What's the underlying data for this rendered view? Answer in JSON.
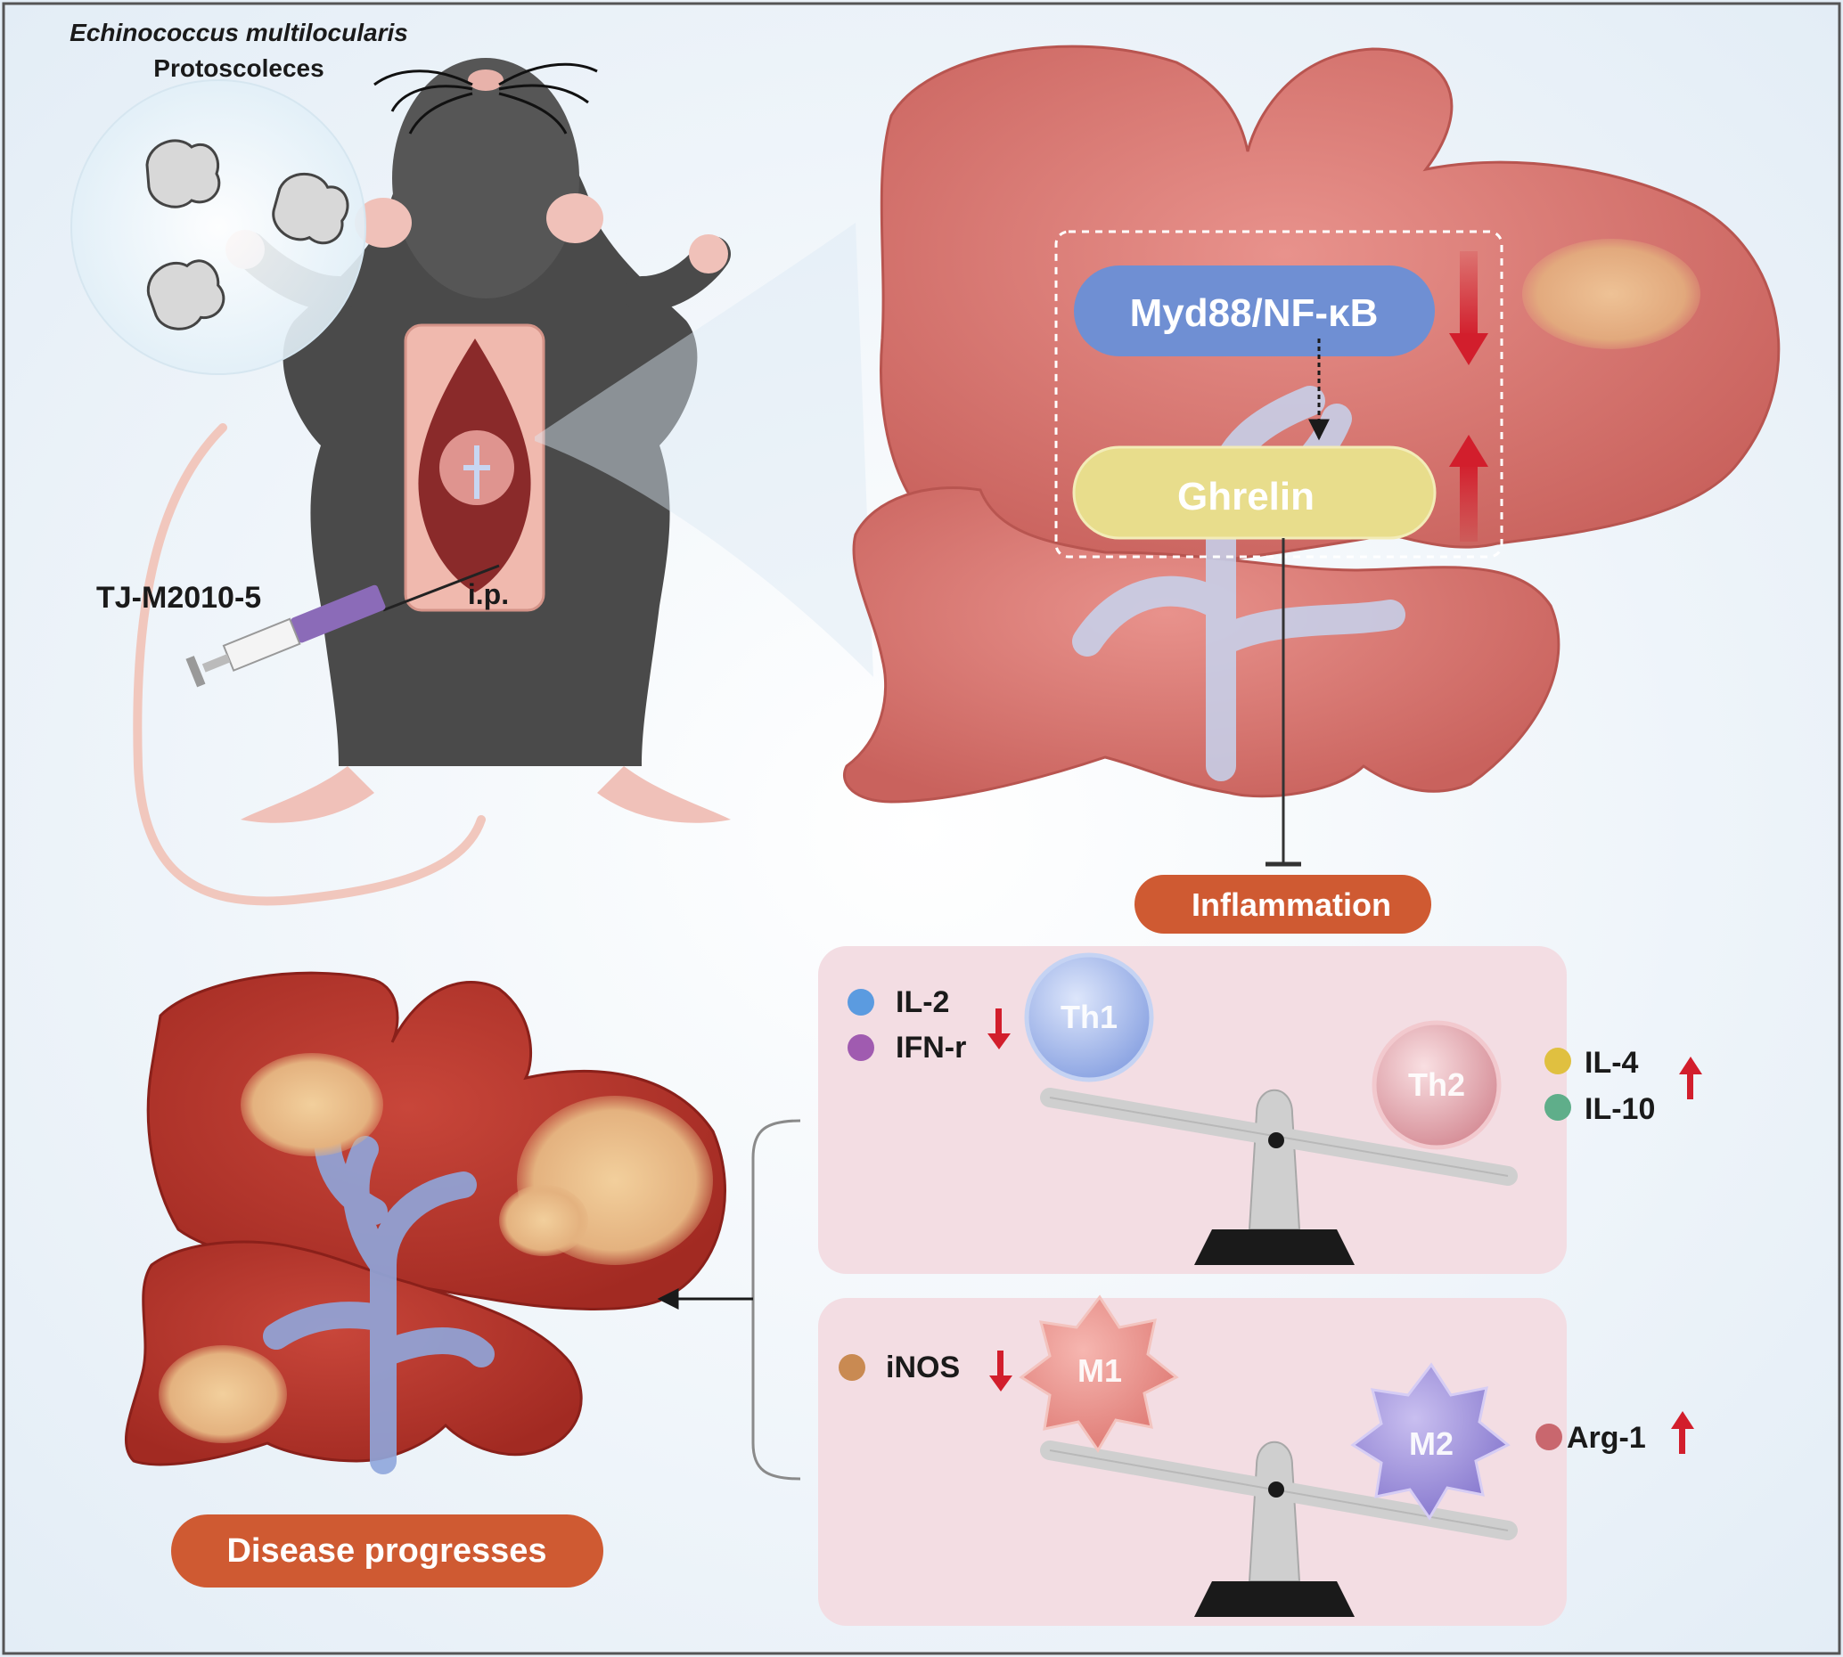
{
  "organism": {
    "species": "Echinococcus multilocularis",
    "stage": "Protoscoleces"
  },
  "injection": {
    "drug": "TJ-M2010-5",
    "route": "i.p."
  },
  "pathway": {
    "upstream": "Myd88/NF-κB",
    "downstream": "Ghrelin",
    "outcome": "Inflammation"
  },
  "th_balance": {
    "th1_label": "Th1",
    "th2_label": "Th2",
    "th1_cytokines": [
      "IL-2",
      "IFN-r"
    ],
    "th2_cytokines": [
      "IL-4",
      "IL-10"
    ]
  },
  "macrophage_balance": {
    "m1_label": "M1",
    "m2_label": "M2",
    "m1_marker": "iNOS",
    "m2_marker": "Arg-1"
  },
  "result": {
    "label": "Disease progresses"
  },
  "colors": {
    "background": "#eef4f9",
    "myd88_pill": "#6f8fd3",
    "ghrelin_pill": "#e8dd8c",
    "outcome_pill": "#cf5a32",
    "down_arrow": "#d21e2c",
    "up_arrow": "#d21e2c",
    "liver_healthy": "#d97a76",
    "liver_diseased": "#b8342a",
    "panel_bg": "#f3dde3",
    "il2_dot": "#5b9be0",
    "ifn_dot": "#a05bb0",
    "il4_dot": "#e0c040",
    "il10_dot": "#5fae8a",
    "inos_dot": "#c98a52",
    "arg1_dot": "#c9676e"
  }
}
